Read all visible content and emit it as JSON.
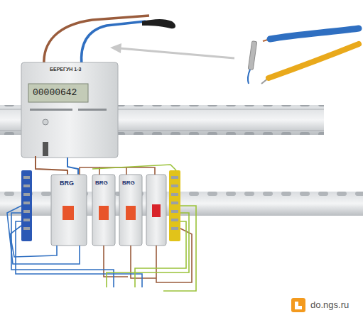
{
  "diagram": {
    "labels": [
      "БЕРЕГУН 1-3",
      "00000642",
      "BRG",
      "BRG",
      "BRG",
      "do.ngs.ru"
    ]
  }
}
